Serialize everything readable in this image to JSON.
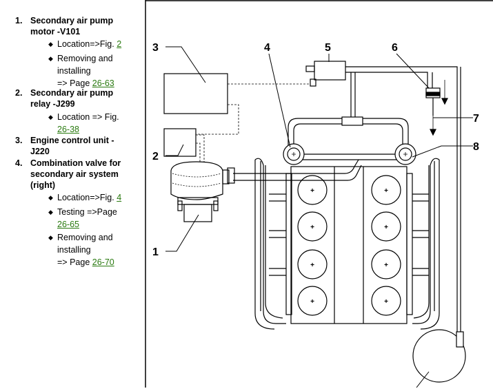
{
  "items": [
    {
      "number": "1.",
      "title_l1": "Secondary air pump",
      "title_l2": "motor -V101"
    },
    {
      "number": "2.",
      "title_l1": "Secondary air pump",
      "title_l2": "relay -J299"
    },
    {
      "number": "3.",
      "title_l1": "Engine control unit -",
      "title_l2": "J220"
    },
    {
      "number": "4.",
      "title_l1": "Combination valve for",
      "title_l2": "secondary air system",
      "title_l3": "(right)"
    }
  ],
  "subs": {
    "i1_loc_text": "Location=>Fig.",
    "i1_loc_link": "2",
    "i1_rem_l1": "Removing and",
    "i1_rem_l2": "installing",
    "i1_rem_l3": "=> Page",
    "i1_rem_link": "26-63",
    "i2_loc_text": "Location => Fig.",
    "i2_loc_link": "26-38",
    "i4_loc_text": "Location=>Fig.",
    "i4_loc_link": "4",
    "i4_test_text": "Testing =>Page",
    "i4_test_link": "26-65",
    "i4_rem_l1": "Removing and",
    "i4_rem_l2": "installing",
    "i4_rem_l3": "=> Page",
    "i4_rem_link": "26-70"
  },
  "bullet_glyph": "◆",
  "callouts": [
    "1",
    "2",
    "3",
    "4",
    "5",
    "6",
    "7",
    "8"
  ],
  "cylinder_mark": "+"
}
